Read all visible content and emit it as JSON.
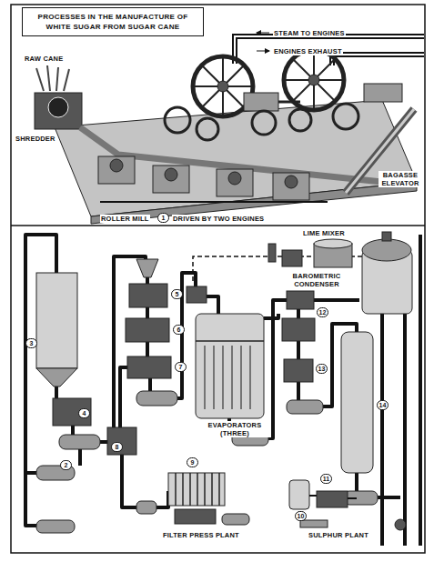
{
  "diagram": {
    "title": "PROCESSES IN THE MANUFACTURE OF WHITE SUGAR FROM SUGAR CANE",
    "labels": [
      "STEAM TO ENGINES",
      "ENGINES EXHAUST",
      "RAW CANE",
      "SHREDDER",
      "BAGASSE ELEVATOR",
      "ROLLER MILL",
      "1",
      "DRIVEN BY TWO ENGINES",
      "LIME MIXER",
      "BAROMETRIC CONDENSER",
      "EVAPORATORS (THREE)",
      "FILTER PRESS PLANT",
      "SULPHUR PLANT",
      "2",
      "3",
      "4",
      "5",
      "6",
      "7",
      "8",
      "9",
      "10",
      "11",
      "12",
      "13",
      "14"
    ]
  }
}
